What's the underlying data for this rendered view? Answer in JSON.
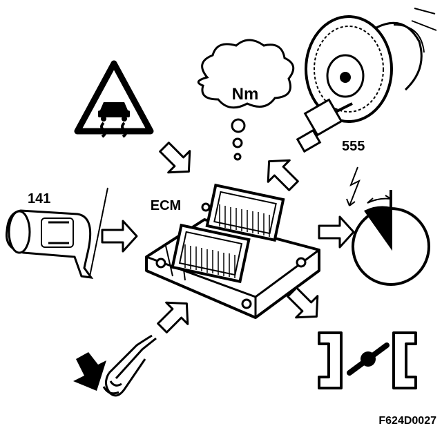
{
  "labels": {
    "ecm": "ECM",
    "torque": "Nm",
    "part_141": "141",
    "part_555": "555",
    "figure_id": "F624D0027"
  },
  "icons": [
    "traction-warning-icon",
    "torque-thought-bubble-icon",
    "camshaft-sprocket-icon",
    "cruise-control-stalk-icon",
    "ecm-unit-icon",
    "ignition-timing-dial-icon",
    "throttle-valve-icon",
    "accelerator-pedal-icon"
  ],
  "colors": {
    "ink": "#000000",
    "paper": "#ffffff"
  }
}
